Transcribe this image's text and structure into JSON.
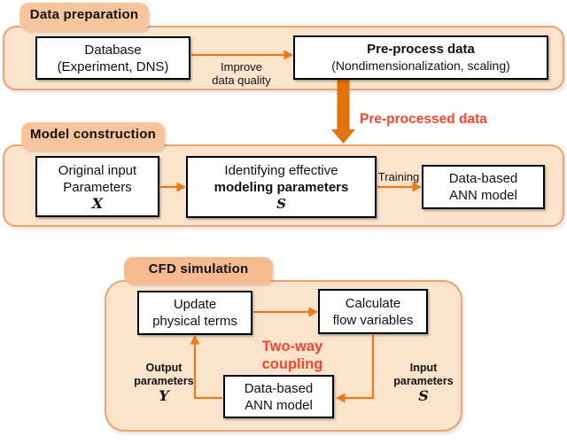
{
  "colors": {
    "tab_fill": "#f8c49c",
    "cfd_tab_fill": "#f5ba8d",
    "panel_fill": "#fce3cc",
    "panel_border": "#eea26f",
    "arrow_orange": "#e8791d",
    "big_arrow_orange": "#e0730a",
    "highlight_red": "#f4462e",
    "box_border": "#000000",
    "box_fill": "#ffffff"
  },
  "data_preparation": {
    "tab": "Data preparation",
    "database_box": {
      "line1": "Database",
      "line2": "(Experiment, DNS)"
    },
    "improve_label": {
      "line1": "Improve",
      "line2": "data quality"
    },
    "preprocess_box": {
      "line1": "Pre-process data",
      "line2": "(Nondimensionalization, scaling)"
    }
  },
  "preprocessed_data_label": "Pre-processed data",
  "model_construction": {
    "tab": "Model construction",
    "original_input_box": {
      "line1": "Original input",
      "line2": "Parameters",
      "symbol": "X"
    },
    "identifying_box": {
      "line1": "Identifying effective",
      "line2": "modeling parameters",
      "symbol": "S"
    },
    "training_label": "Training",
    "ann_box": {
      "line1": "Data-based",
      "line2": "ANN model"
    }
  },
  "cfd_simulation": {
    "tab": "CFD simulation",
    "update_box": {
      "line1": "Update",
      "line2": "physical terms"
    },
    "calculate_box": {
      "line1": "Calculate",
      "line2": "flow variables"
    },
    "coupling_label": {
      "line1": "Two-way",
      "line2": "coupling"
    },
    "ann_box": {
      "line1": "Data-based",
      "line2": "ANN model"
    },
    "output_label": {
      "line1": "Output",
      "line2": "parameters",
      "symbol": "Y"
    },
    "input_label": {
      "line1": "Input",
      "line2": "parameters",
      "symbol": "S"
    }
  }
}
